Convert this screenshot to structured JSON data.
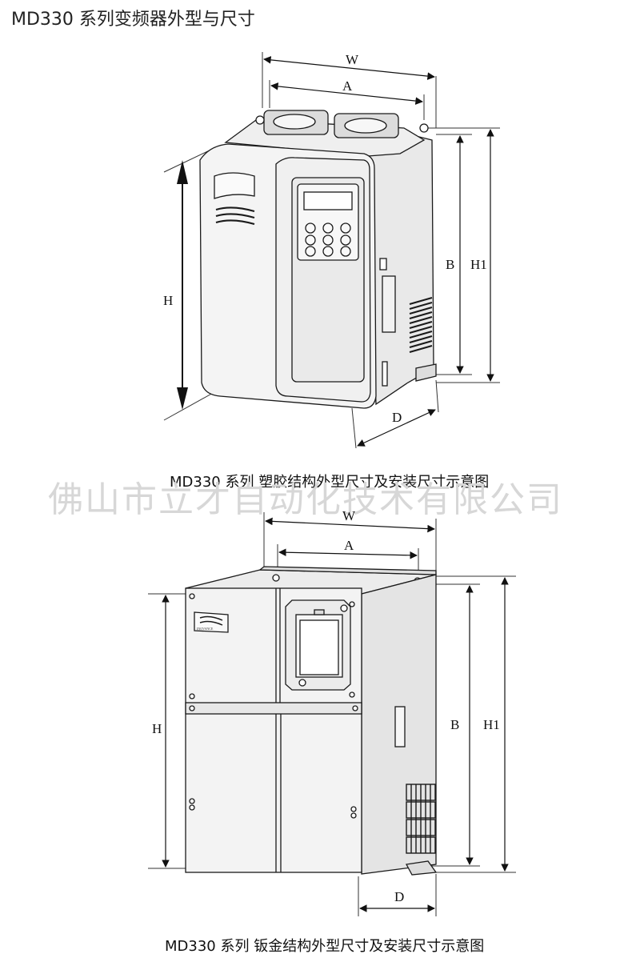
{
  "page": {
    "title": "MD330 系列变频器外型与尺寸",
    "watermark": "佛山市立才自动化技术有限公司"
  },
  "figure_plastic": {
    "caption": "MD330 系列 塑胶结构外型尺寸及安装尺寸示意图",
    "labels": {
      "w": "W",
      "a": "A",
      "h": "H",
      "b": "B",
      "h1": "H1",
      "d": "D"
    }
  },
  "figure_sheet_metal": {
    "caption": "MD330 系列 钣金结构外型尺寸及安装尺寸示意图",
    "labels": {
      "w": "W",
      "a": "A",
      "h": "H",
      "b": "B",
      "h1": "H1",
      "d": "D"
    },
    "logo_text": "INOVANCE"
  },
  "colors": {
    "line": "#1a1a1a",
    "body_fill": "#f2f2f2",
    "watermark": "#d7d7d7"
  }
}
